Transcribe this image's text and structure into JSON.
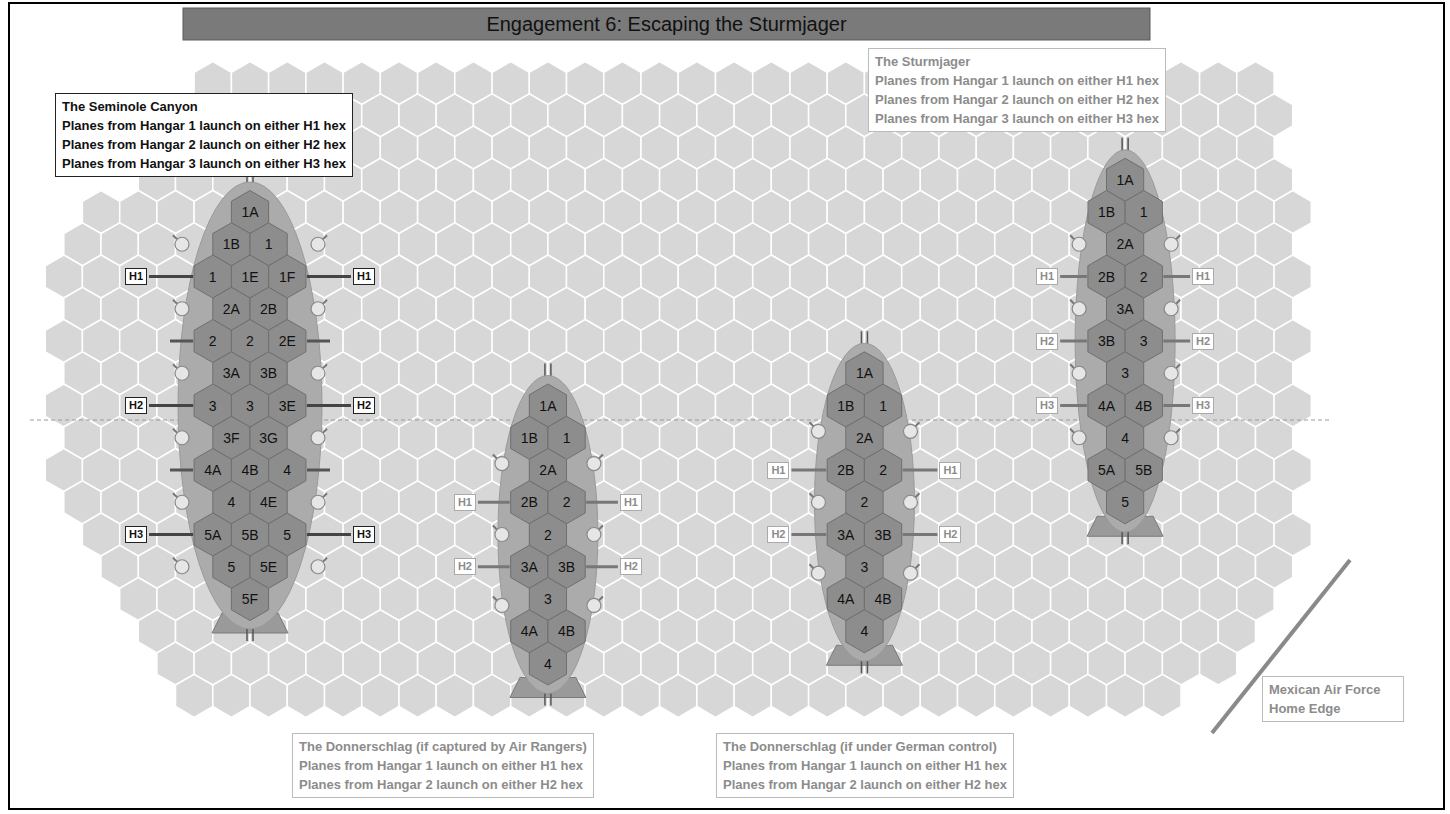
{
  "diagram": {
    "title": "Engagement 6: Escaping the Sturmjager",
    "nodes": [
      {
        "text": [
          "The Seminole Canyon",
          "Planes from Hangar 1 launch on either H1 hex",
          "Planes from Hangar 2 launch on either H2 hex",
          "Planes from Hangar 3 launch on either H3 hex"
        ]
      },
      {
        "text": [
          "The Sturmjager",
          "Planes from Hangar 1 launch on either H1 hex",
          "Planes from Hangar 2 launch on either H2 hex",
          "Planes from Hangar 3 launch on either H3 hex"
        ]
      },
      {
        "text": [
          "The Donnerschlag (if captured by Air Rangers)",
          "Planes from Hangar 1 launch on either H1 hex",
          "Planes from Hangar 2 launch on either H2 hex"
        ]
      },
      {
        "text": [
          "The Donnerschlag (if under German control)",
          "Planes from Hangar 1 launch on either H1 hex",
          "Planes from Hangar 2 launch on either H2 hex"
        ]
      },
      {
        "text": [
          "Mexican Air Force Home Edge"
        ]
      },
      {
        "text": [
          "H1"
        ]
      },
      {
        "text": [
          "H1"
        ]
      },
      {
        "text": [
          "H2"
        ]
      },
      {
        "text": [
          "H2"
        ]
      },
      {
        "text": [
          "H3"
        ]
      },
      {
        "text": [
          "H3"
        ]
      },
      {
        "text": [
          "H1"
        ]
      },
      {
        "text": [
          "H1"
        ]
      },
      {
        "text": [
          "H2"
        ]
      },
      {
        "text": [
          "H2"
        ]
      },
      {
        "text": [
          "H1"
        ]
      },
      {
        "text": [
          "H1"
        ]
      },
      {
        "text": [
          "H2"
        ]
      },
      {
        "text": [
          "H2"
        ]
      },
      {
        "text": [
          "H1"
        ]
      },
      {
        "text": [
          "H1"
        ]
      },
      {
        "text": [
          "H2"
        ]
      },
      {
        "text": [
          "H2"
        ]
      },
      {
        "text": [
          "H3"
        ]
      },
      {
        "text": [
          "H3"
        ]
      }
    ],
    "labels": [
      "1A",
      "1B",
      "1",
      "1",
      "1E",
      "1F",
      "2A",
      "2B",
      "2",
      "2",
      "2E",
      "3A",
      "3B",
      "3",
      "3",
      "3E",
      "3F",
      "3G",
      "4A",
      "4B",
      "4",
      "4",
      "4E",
      "5A",
      "5B",
      "5",
      "5",
      "5E",
      "5F",
      "1A",
      "1B",
      "1",
      "2A",
      "2B",
      "2",
      "2",
      "3A",
      "3B",
      "3",
      "4A",
      "4B",
      "4",
      "1A",
      "1B",
      "1",
      "2A",
      "2B",
      "2",
      "2",
      "3A",
      "3B",
      "3",
      "4A",
      "4B",
      "4",
      "1A",
      "1B",
      "1",
      "2A",
      "2B",
      "2",
      "3A",
      "3B",
      "3",
      "3",
      "4A",
      "4B",
      "4",
      "5A",
      "5B",
      "5"
    ]
  }
}
